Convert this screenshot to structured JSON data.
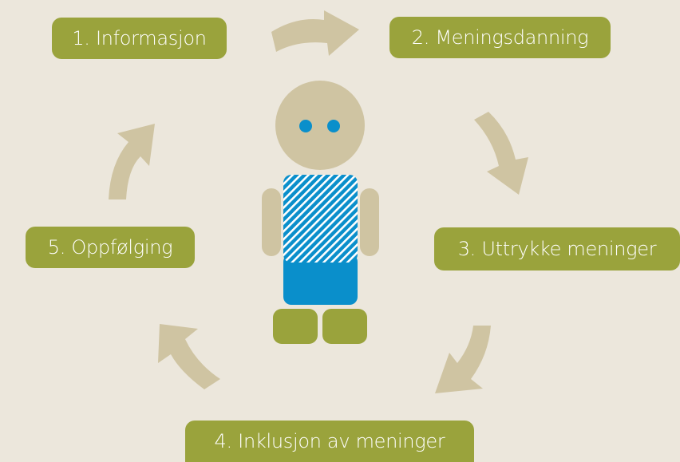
{
  "steps": [
    {
      "label": "1. Informasjon"
    },
    {
      "label": "2. Meningsdanning"
    },
    {
      "label": "3. Uttrykke meninger"
    },
    {
      "label": "4. Inklusjon av meninger"
    },
    {
      "label": "5. Oppfølging"
    }
  ],
  "colors": {
    "background": "#ece7dc",
    "step_box": "#9aa33c",
    "arrow": "#cfc4a2",
    "figure_skin": "#cfc4a2",
    "figure_blue": "#0a8fcb",
    "figure_feet": "#9aa33c"
  },
  "icons": {
    "arrows": [
      "curved-arrow-icon"
    ],
    "figure": "person-figure-icon"
  }
}
